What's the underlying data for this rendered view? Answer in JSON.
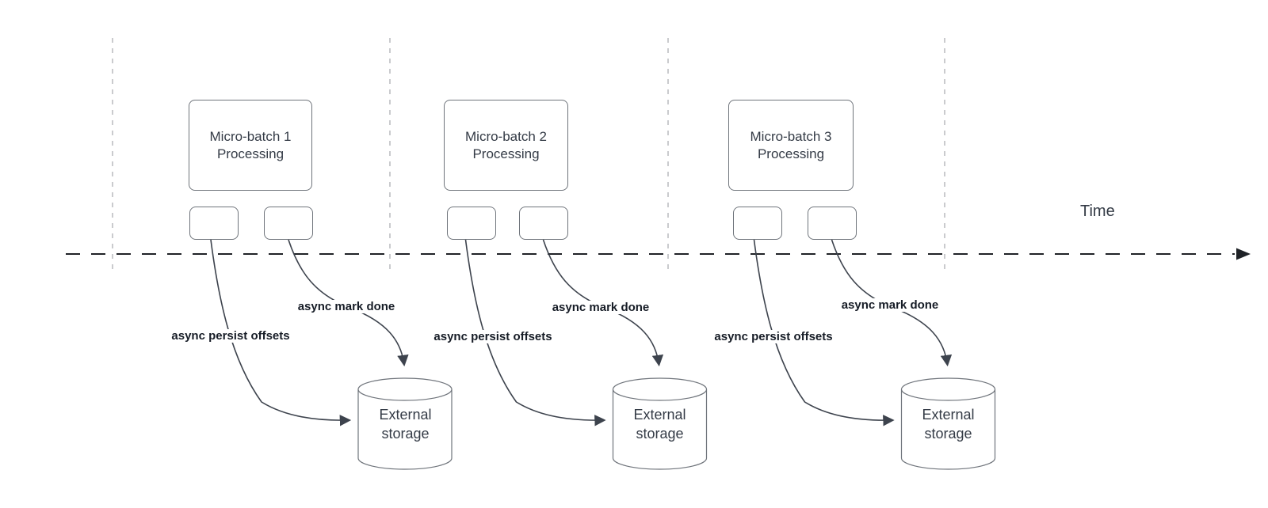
{
  "colors": {
    "background": "#ffffff",
    "shape_stroke": "#6f747b",
    "connector": "#3d434d",
    "timeline": "#1f2227",
    "gridline": "#b8babd",
    "text_primary": "#343b46",
    "label_bold": "#161c26"
  },
  "timeline": {
    "label": "Time"
  },
  "groups": [
    {
      "process_label": "Micro-batch 1\nProcessing",
      "persist_label": "async persist offsets",
      "done_label": "async mark done",
      "storage_label": "External\nstorage"
    },
    {
      "process_label": "Micro-batch 2\nProcessing",
      "persist_label": "async persist offsets",
      "done_label": "async mark done",
      "storage_label": "External\nstorage"
    },
    {
      "process_label": "Micro-batch 3\nProcessing",
      "persist_label": "async persist offsets",
      "done_label": "async mark done",
      "storage_label": "External\nstorage"
    }
  ]
}
